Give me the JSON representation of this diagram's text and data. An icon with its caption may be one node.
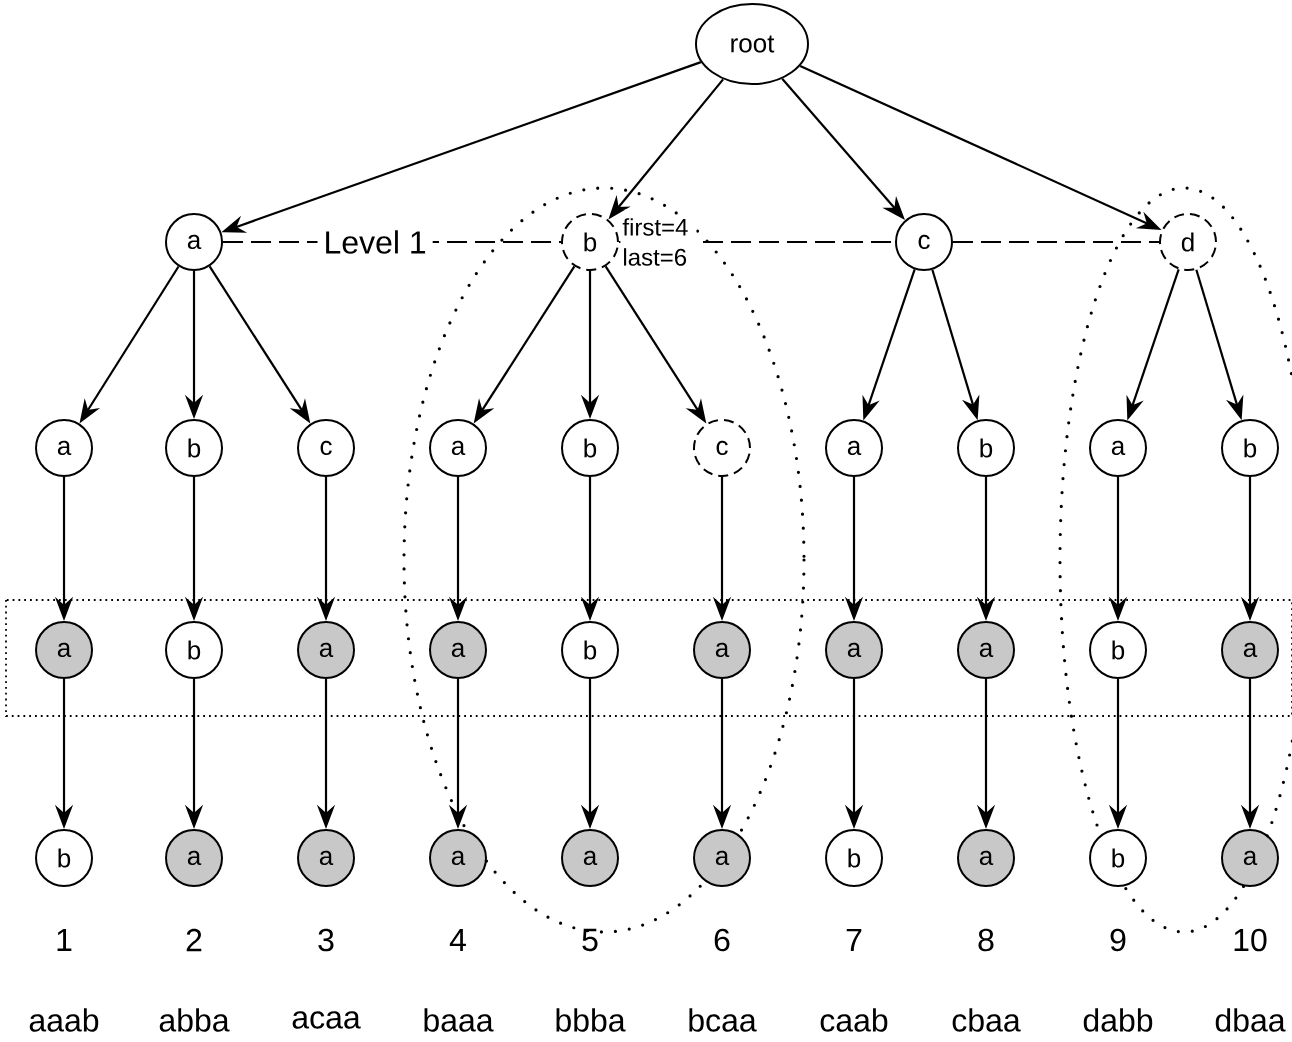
{
  "diagram": {
    "nodes": [
      {
        "text": [
          "root"
        ]
      },
      {
        "text": [
          "a"
        ]
      },
      {
        "text": [
          "b"
        ],
        "beside": [
          "first=4 last=6"
        ]
      },
      {
        "text": [
          "c"
        ]
      },
      {
        "text": [
          "d"
        ]
      },
      {
        "text": [
          "a"
        ]
      },
      {
        "text": [
          "b"
        ]
      },
      {
        "text": [
          "c"
        ]
      },
      {
        "text": [
          "a"
        ]
      },
      {
        "text": [
          "b"
        ]
      },
      {
        "text": [
          "c"
        ]
      },
      {
        "text": [
          "a"
        ]
      },
      {
        "text": [
          "b"
        ]
      },
      {
        "text": [
          "a"
        ]
      },
      {
        "text": [
          "b"
        ]
      },
      {
        "text": [
          "a"
        ]
      },
      {
        "text": [
          "b"
        ]
      },
      {
        "text": [
          "a"
        ]
      },
      {
        "text": [
          "a"
        ]
      },
      {
        "text": [
          "b"
        ]
      },
      {
        "text": [
          "a"
        ]
      },
      {
        "text": [
          "a"
        ]
      },
      {
        "text": [
          "a"
        ]
      },
      {
        "text": [
          "b"
        ]
      },
      {
        "text": [
          "a"
        ]
      },
      {
        "text": [
          "b"
        ],
        "beside": [
          "1",
          "aaab"
        ]
      },
      {
        "text": [
          "a"
        ],
        "beside": [
          "2",
          "abba"
        ]
      },
      {
        "text": [
          "a"
        ],
        "beside": [
          "3",
          "acaa"
        ]
      },
      {
        "text": [
          "a"
        ],
        "beside": [
          "4",
          "baaa"
        ]
      },
      {
        "text": [
          "a"
        ],
        "beside": [
          "5",
          "bbba"
        ]
      },
      {
        "text": [
          "a"
        ],
        "beside": [
          "6",
          "bcaa"
        ]
      },
      {
        "text": [
          "b"
        ],
        "beside": [
          "7",
          "caab"
        ]
      },
      {
        "text": [
          "a"
        ],
        "beside": [
          "8",
          "cbaa"
        ]
      },
      {
        "text": [
          "b"
        ],
        "beside": [
          "9",
          "dabb"
        ]
      },
      {
        "text": [
          "a"
        ],
        "beside": [
          "10",
          "dbaa"
        ]
      }
    ],
    "edges": [
      {
        "from": 0,
        "to": 1,
        "arrow": "to"
      },
      {
        "from": 0,
        "to": 2,
        "arrow": "to"
      },
      {
        "from": 0,
        "to": 3,
        "arrow": "to"
      },
      {
        "from": 0,
        "to": 4,
        "arrow": "to"
      },
      {
        "from": 1,
        "to": 5,
        "arrow": "to"
      },
      {
        "from": 1,
        "to": 6,
        "arrow": "to"
      },
      {
        "from": 1,
        "to": 7,
        "arrow": "to"
      },
      {
        "from": 2,
        "to": 8,
        "arrow": "to"
      },
      {
        "from": 2,
        "to": 9,
        "arrow": "to"
      },
      {
        "from": 2,
        "to": 10,
        "arrow": "to"
      },
      {
        "from": 3,
        "to": 11,
        "arrow": "to"
      },
      {
        "from": 3,
        "to": 12,
        "arrow": "to"
      },
      {
        "from": 4,
        "to": 13,
        "arrow": "to"
      },
      {
        "from": 4,
        "to": 14,
        "arrow": "to"
      },
      {
        "from": 5,
        "to": 15,
        "arrow": "to"
      },
      {
        "from": 6,
        "to": 16,
        "arrow": "to"
      },
      {
        "from": 7,
        "to": 17,
        "arrow": "to"
      },
      {
        "from": 8,
        "to": 18,
        "arrow": "to"
      },
      {
        "from": 9,
        "to": 19,
        "arrow": "to"
      },
      {
        "from": 10,
        "to": 20,
        "arrow": "to"
      },
      {
        "from": 11,
        "to": 21,
        "arrow": "to"
      },
      {
        "from": 12,
        "to": 22,
        "arrow": "to"
      },
      {
        "from": 13,
        "to": 23,
        "arrow": "to"
      },
      {
        "from": 14,
        "to": 24,
        "arrow": "to"
      },
      {
        "from": 15,
        "to": 25,
        "arrow": "to"
      },
      {
        "from": 16,
        "to": 26,
        "arrow": "to"
      },
      {
        "from": 17,
        "to": 27,
        "arrow": "to"
      },
      {
        "from": 18,
        "to": 28,
        "arrow": "to"
      },
      {
        "from": 19,
        "to": 29,
        "arrow": "to"
      },
      {
        "from": 20,
        "to": 30,
        "arrow": "to"
      },
      {
        "from": 21,
        "to": 31,
        "arrow": "to"
      },
      {
        "from": 22,
        "to": 32,
        "arrow": "to"
      },
      {
        "from": 23,
        "to": 33,
        "arrow": "to"
      },
      {
        "from": 24,
        "to": 34,
        "arrow": "to"
      },
      {
        "from": 1,
        "to": 2,
        "arrow": "none",
        "style": "dashed",
        "label": "Level 1"
      },
      {
        "from": 2,
        "to": 3,
        "arrow": "none",
        "style": "dashed"
      },
      {
        "from": 3,
        "to": 4,
        "arrow": "none",
        "style": "dashed"
      }
    ]
  }
}
